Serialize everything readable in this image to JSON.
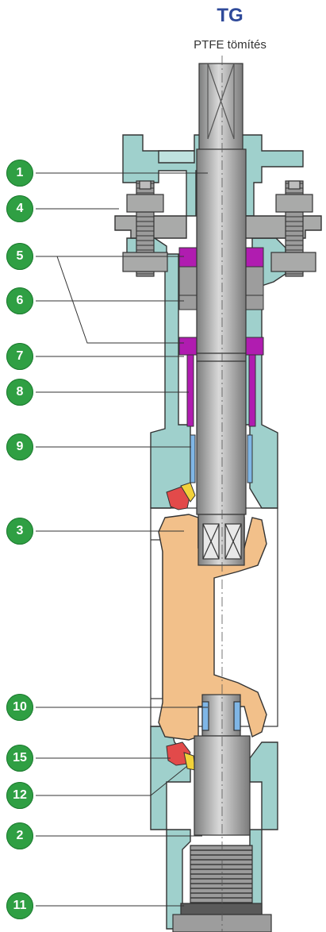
{
  "header": {
    "title": "TG",
    "subtitle": "PTFE tömítés"
  },
  "callouts": [
    {
      "id": "c1",
      "label": "1"
    },
    {
      "id": "c4",
      "label": "4"
    },
    {
      "id": "c5",
      "label": "5"
    },
    {
      "id": "c6",
      "label": "6"
    },
    {
      "id": "c7",
      "label": "7"
    },
    {
      "id": "c8",
      "label": "8"
    },
    {
      "id": "c9",
      "label": "9"
    },
    {
      "id": "c3",
      "label": "3"
    },
    {
      "id": "c10",
      "label": "10"
    },
    {
      "id": "c15",
      "label": "15"
    },
    {
      "id": "c12",
      "label": "12"
    },
    {
      "id": "c2",
      "label": "2"
    },
    {
      "id": "c11",
      "label": "11"
    }
  ],
  "colors": {
    "housing": "#9fd0cc",
    "steel": "#a9aaa9",
    "gland_packing": "#b01cb0",
    "bushing_blue": "#7fb6e6",
    "gate_disc": "#f2c08a",
    "seal_red": "#e24a4a",
    "seal_yellow": "#f2d23a",
    "badge": "#2f9f43"
  }
}
